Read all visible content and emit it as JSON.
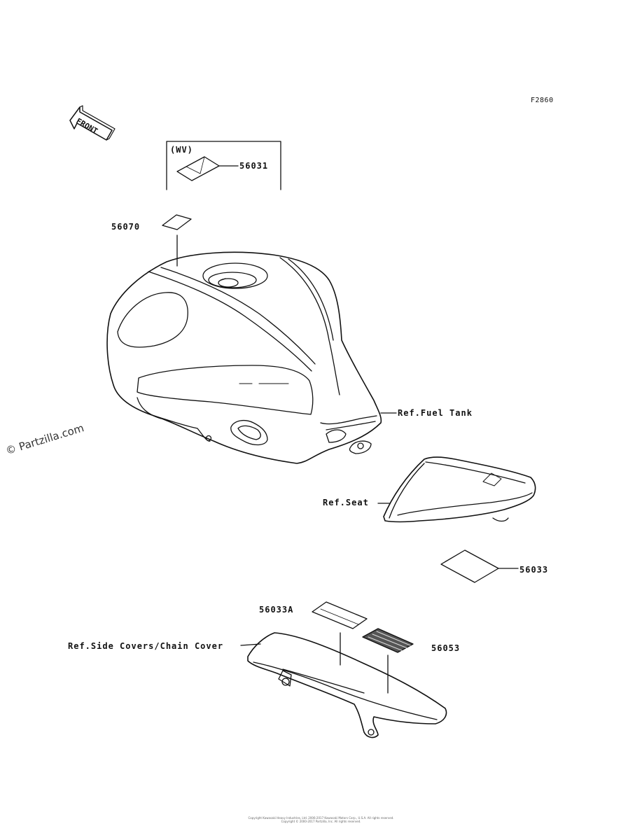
{
  "figure_code": "F2860",
  "front_label": "FRONT",
  "variant_label": "(WV)",
  "parts": {
    "p56031": "56031",
    "p56070": "56070",
    "p56033": "56033",
    "p56033A": "56033A",
    "p56053": "56053"
  },
  "refs": {
    "fuel_tank": "Ref.Fuel Tank",
    "seat": "Ref.Seat",
    "side_covers": "Ref.Side Covers/Chain Cover"
  },
  "watermark": "© Partzilla.com",
  "footer_line1": "Copyright Kawasaki Heavy Industries, Ltd. 2006-2017 Kawasaki Motors Corp., U.S.A. All rights reserved.",
  "footer_line2": "Copyright © 2000-2017 Partzilla, Inc. All rights reserved."
}
